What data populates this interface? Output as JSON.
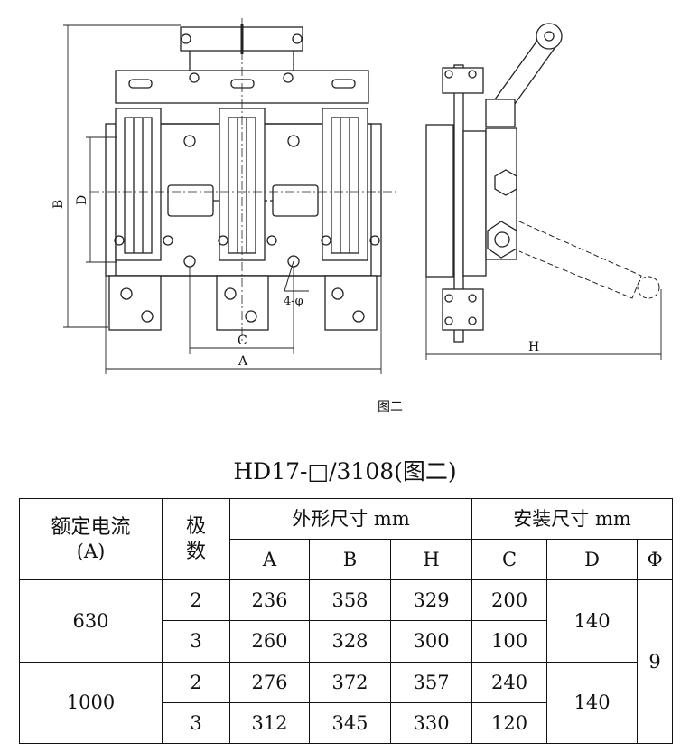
{
  "figure": {
    "caption": "图二",
    "dim_labels": {
      "A": "A",
      "B": "B",
      "C": "C",
      "D": "D",
      "H": "H",
      "holes": "4-φ"
    }
  },
  "table": {
    "title": "HD17-□/3108(图二)",
    "headers": {
      "current_line1": "额定电流",
      "current_line2": "(A)",
      "poles_line1": "极",
      "poles_line2": "数",
      "outline": "外形尺寸 mm",
      "install": "安装尺寸 mm",
      "col_A": "A",
      "col_B": "B",
      "col_H": "H",
      "col_C": "C",
      "col_D": "D",
      "col_phi": "Φ"
    },
    "groups": [
      {
        "current": "630",
        "D": "140",
        "rows": [
          {
            "poles": "2",
            "A": "236",
            "B": "358",
            "H": "329",
            "C": "200"
          },
          {
            "poles": "3",
            "A": "260",
            "B": "328",
            "H": "300",
            "C": "100"
          }
        ]
      },
      {
        "current": "1000",
        "D": "140",
        "rows": [
          {
            "poles": "2",
            "A": "276",
            "B": "372",
            "H": "357",
            "C": "240"
          },
          {
            "poles": "3",
            "A": "312",
            "B": "345",
            "H": "330",
            "C": "120"
          }
        ]
      }
    ],
    "phi": "9"
  }
}
